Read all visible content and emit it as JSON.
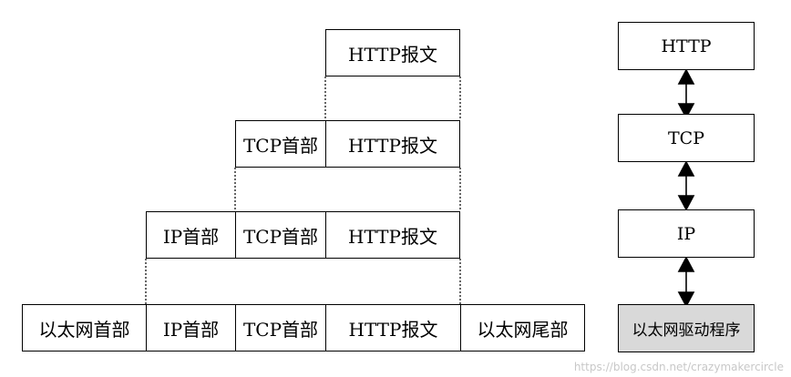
{
  "encapsulation": {
    "row_http": [
      "HTTP报文"
    ],
    "row_tcp": [
      "TCP首部",
      "HTTP报文"
    ],
    "row_ip": [
      "IP首部",
      "TCP首部",
      "HTTP报文"
    ],
    "row_eth": [
      "以太网首部",
      "IP首部",
      "TCP首部",
      "HTTP报文",
      "以太网尾部"
    ]
  },
  "protocol_stack": [
    "HTTP",
    "TCP",
    "IP",
    "以太网驱动程序"
  ],
  "colors": {
    "line": "#000000",
    "driver_fill": "#d9d9d9",
    "watermark": "#c8c8c8"
  },
  "watermark": "https://blog.csdn.net/crazymakercircle"
}
